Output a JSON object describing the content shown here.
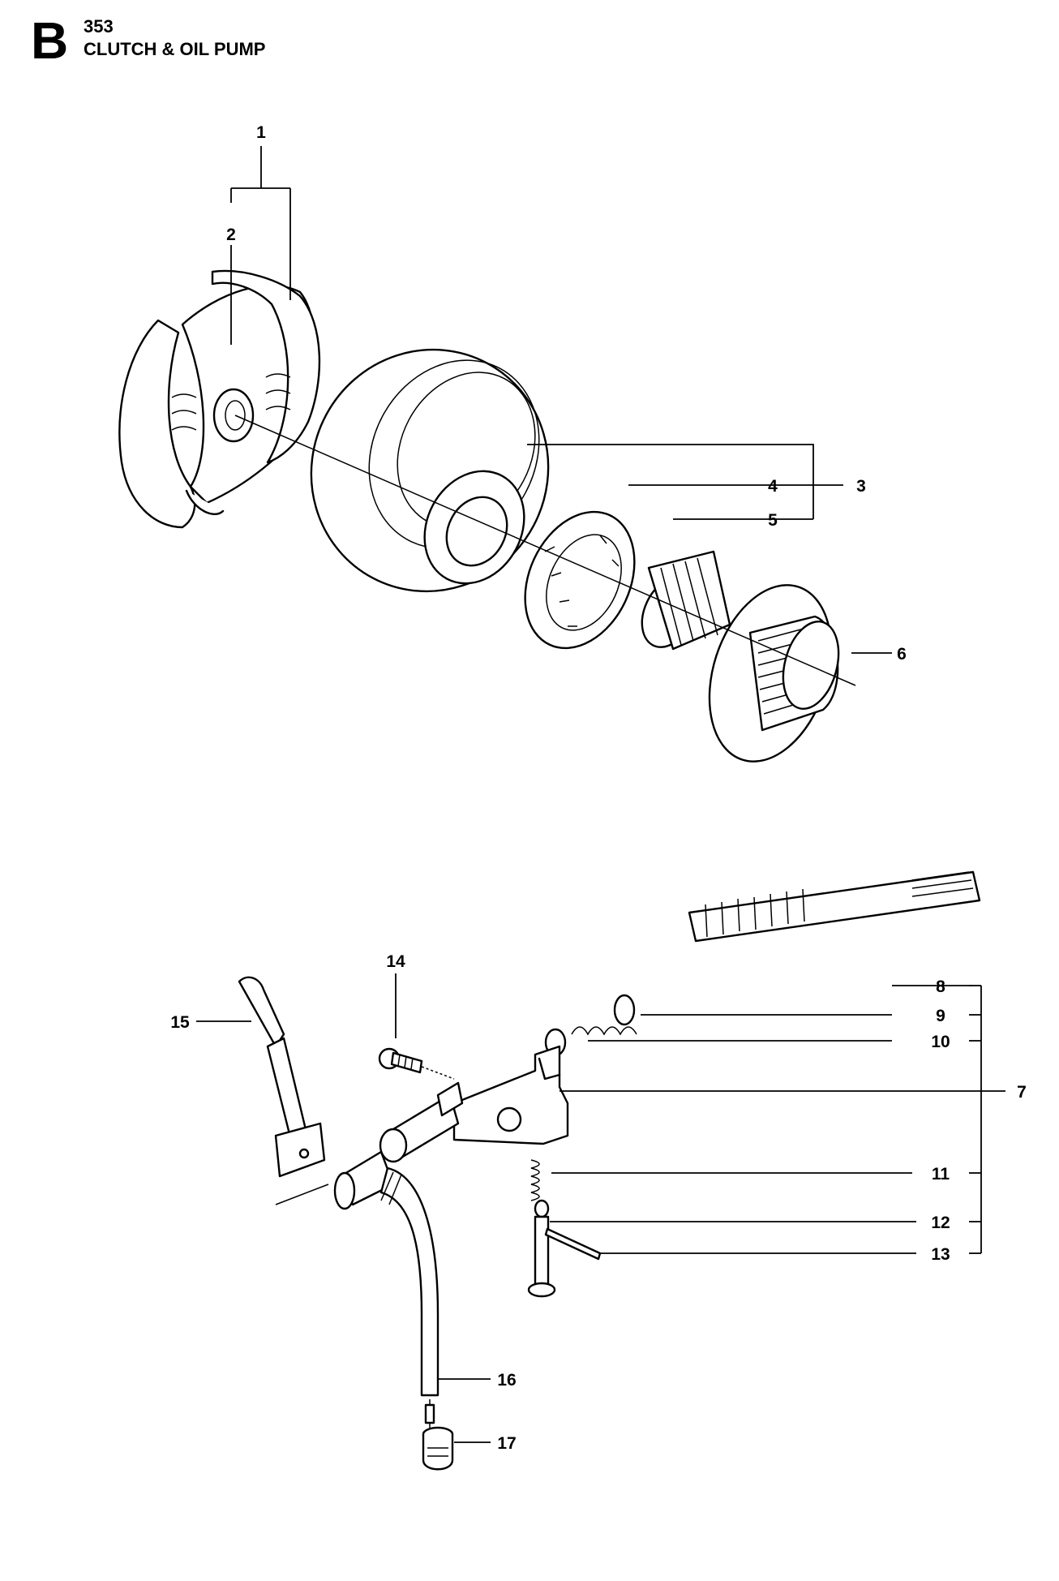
{
  "header": {
    "section_letter": "B",
    "model": "353",
    "title": "CLUTCH & OIL PUMP"
  },
  "callouts": {
    "c1": "1",
    "c2": "2",
    "c3": "3",
    "c4": "4",
    "c5": "5",
    "c6": "6",
    "c7": "7",
    "c8": "8",
    "c9": "9",
    "c10": "10",
    "c11": "11",
    "c12": "12",
    "c13": "13",
    "c14": "14",
    "c15": "15",
    "c16": "16",
    "c17": "17"
  }
}
